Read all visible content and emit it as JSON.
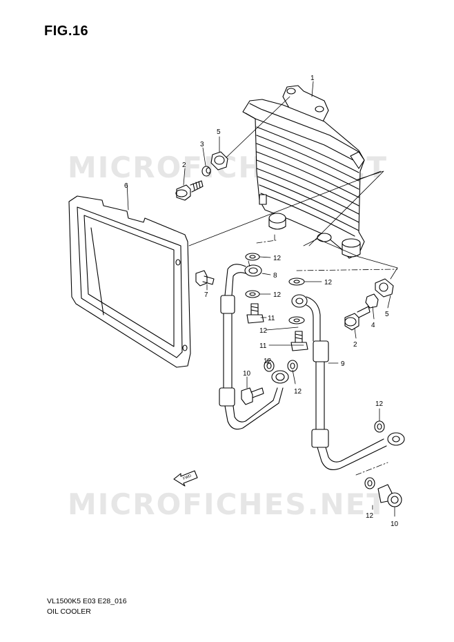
{
  "header": {
    "title": "FIG.16"
  },
  "watermark": {
    "text": "MICROFICHES.NET"
  },
  "footer": {
    "code": "VL1500K5 E03 E28_016",
    "name": "OIL COOLER"
  },
  "fwd_marker": {
    "text": "FWD"
  },
  "callouts": [
    {
      "id": "c1",
      "text": "1"
    },
    {
      "id": "c2a",
      "text": "2"
    },
    {
      "id": "c3",
      "text": "3"
    },
    {
      "id": "c5a",
      "text": "5"
    },
    {
      "id": "c6",
      "text": "6"
    },
    {
      "id": "c7",
      "text": "7"
    },
    {
      "id": "c8",
      "text": "8"
    },
    {
      "id": "c12a",
      "text": "12"
    },
    {
      "id": "c12b",
      "text": "12"
    },
    {
      "id": "c11a",
      "text": "11"
    },
    {
      "id": "c12c",
      "text": "12"
    },
    {
      "id": "c11b",
      "text": "11"
    },
    {
      "id": "c12d",
      "text": "12"
    },
    {
      "id": "c10a",
      "text": "10"
    },
    {
      "id": "c12e",
      "text": "12"
    },
    {
      "id": "c12f",
      "text": "12"
    },
    {
      "id": "c9",
      "text": "9"
    },
    {
      "id": "c12g",
      "text": "12"
    },
    {
      "id": "c4",
      "text": "4"
    },
    {
      "id": "c5b",
      "text": "5"
    },
    {
      "id": "c2b",
      "text": "2"
    },
    {
      "id": "c12h",
      "text": "12"
    },
    {
      "id": "c12i",
      "text": "12"
    },
    {
      "id": "c10b",
      "text": "10"
    }
  ],
  "colors": {
    "line": "#000000",
    "watermark": "#e6e6e6",
    "background": "#ffffff"
  }
}
